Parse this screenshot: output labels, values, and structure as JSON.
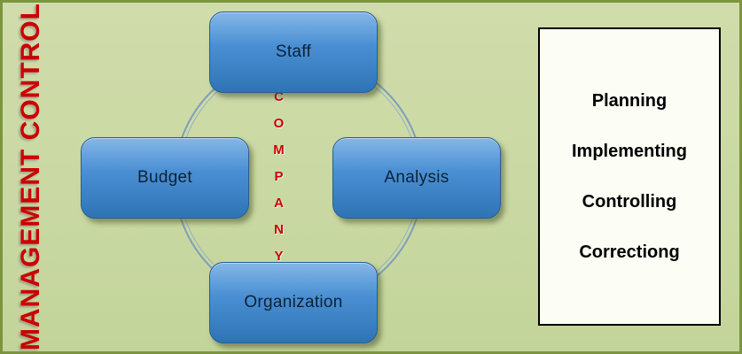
{
  "title": "MANAGEMENT CONTROL",
  "center_label": "COMPANY",
  "nodes": {
    "top": {
      "label": "Staff"
    },
    "left": {
      "label": "Budget"
    },
    "right": {
      "label": "Analysis"
    },
    "bottom": {
      "label": "Organization"
    }
  },
  "process_panel": {
    "items": [
      "Planning",
      "Implementing",
      "Controlling",
      "Correctiong"
    ]
  },
  "colors": {
    "background": "#c9d8a2",
    "frame_border": "#7c943f",
    "node_fill_top": "#85b7e7",
    "node_fill_bottom": "#2e74b5",
    "node_border": "#265d94",
    "circle_line": "#7f9fba",
    "accent_red": "#cc0000",
    "panel_background": "#fcfdf4",
    "panel_border": "#000000"
  }
}
